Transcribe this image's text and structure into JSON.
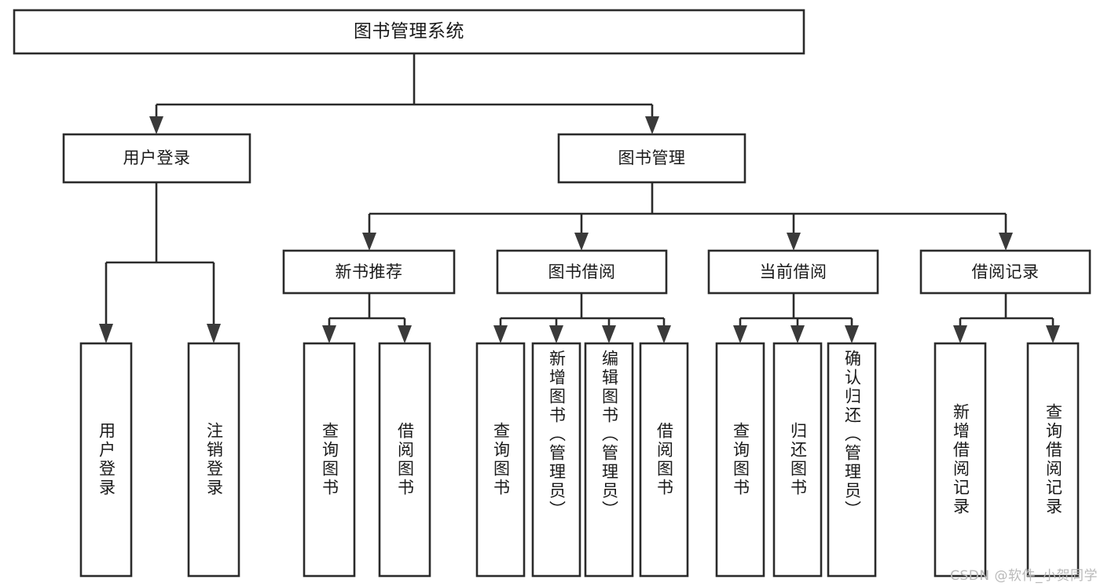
{
  "diagram": {
    "title": "图书管理系统",
    "type": "tree-hierarchy-diagram",
    "colors": {
      "box_stroke": "#2b2b2b",
      "box_fill": "#ffffff",
      "text": "#1a1a1a",
      "background": "#ffffff",
      "watermark": "#b9b9b9"
    },
    "root": {
      "label": "图书管理系统"
    },
    "level1": [
      {
        "label": "用户登录"
      },
      {
        "label": "图书管理"
      }
    ],
    "level2": [
      {
        "label": "新书推荐"
      },
      {
        "label": "图书借阅"
      },
      {
        "label": "当前借阅"
      },
      {
        "label": "借阅记录"
      }
    ],
    "leaves": {
      "user_login": [
        {
          "label": "用户登录"
        },
        {
          "label": "注销登录"
        }
      ],
      "new_book_recommend": [
        {
          "label": "查询图书"
        },
        {
          "label": "借阅图书"
        }
      ],
      "book_borrow": [
        {
          "label": "查询图书"
        },
        {
          "label": "新增图书（管理员）"
        },
        {
          "label": "编辑图书（管理员）"
        },
        {
          "label": "借阅图书"
        }
      ],
      "current_borrow": [
        {
          "label": "查询图书"
        },
        {
          "label": "归还图书"
        },
        {
          "label": "确认归还（管理员）"
        }
      ],
      "borrow_record": [
        {
          "label": "新增借阅记录"
        },
        {
          "label": "查询借阅记录"
        }
      ]
    },
    "watermark": "CSDN @软件_小贺同学"
  }
}
